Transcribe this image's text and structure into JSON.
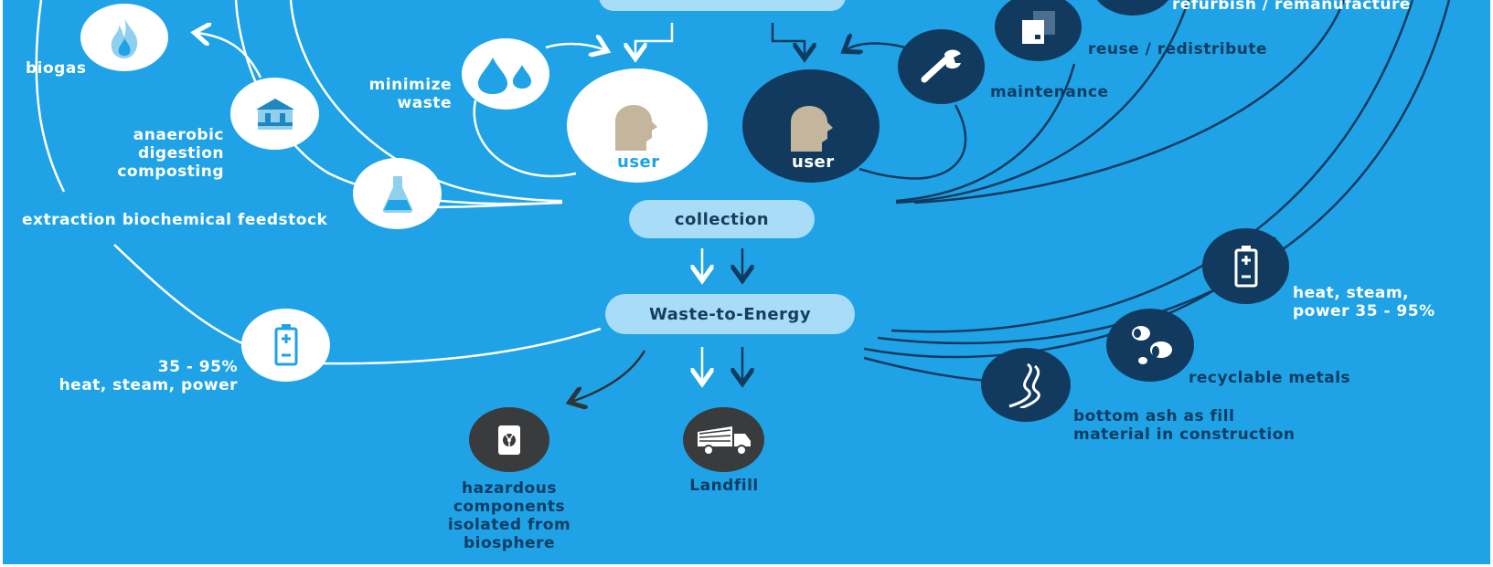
{
  "diagram": {
    "colors": {
      "background": "#1fa3e6",
      "pill": "#a9dcf6",
      "dark_node": "#123a5e",
      "grey_node": "#3a3b3d",
      "white": "#ffffff"
    },
    "center": {
      "collection": "collection",
      "waste_to_energy": "Waste-to-Energy",
      "user_white": "user",
      "user_dark": "user"
    },
    "left": {
      "biogas": "biogas",
      "minimize_waste_1": "minimize",
      "minimize_waste_2": "waste",
      "anaerobic_1": "anaerobic",
      "anaerobic_2": "digestion",
      "anaerobic_3": "composting",
      "extraction": "extraction biochemical feedstock",
      "energy_pct": "35 - 95%",
      "energy_desc": "heat, steam, power"
    },
    "right": {
      "refurbish": "refurbish / remanufacture",
      "reuse": "reuse / redistribute",
      "maintenance": "maintenance",
      "heat_1": "heat, steam,",
      "heat_2": "power 35 - 95%",
      "metals": "recyclable metals",
      "ash_1": "bottom ash as fill",
      "ash_2": "material in construction"
    },
    "bottom": {
      "hazardous_1": "hazardous",
      "hazardous_2": "components",
      "hazardous_3": "isolated from",
      "hazardous_4": "biosphere",
      "landfill": "Landfill"
    },
    "icons": [
      "flame-icon",
      "anaerobic-digester-icon",
      "flask-icon",
      "battery-icon",
      "droplets-icon",
      "person-head-icon",
      "wrench-icon",
      "box-icon",
      "metal-cans-icon",
      "road-icon",
      "radioactive-barrel-icon",
      "truck-icon",
      "arrow-icon"
    ]
  }
}
